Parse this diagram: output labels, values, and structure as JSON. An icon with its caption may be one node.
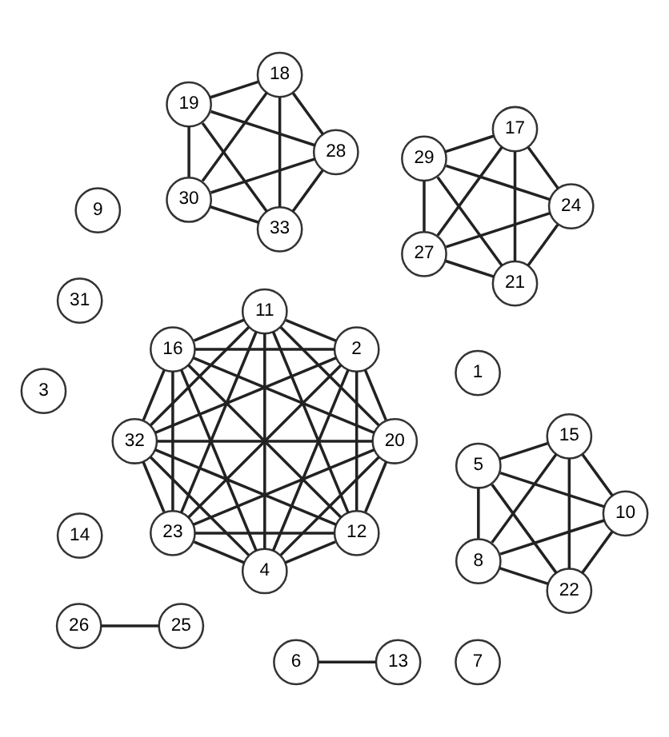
{
  "diagram": {
    "nodes": [
      {
        "text": [
          "26"
        ]
      },
      {
        "text": [
          "25"
        ]
      },
      {
        "text": [
          "21"
        ]
      },
      {
        "text": [
          "24"
        ]
      },
      {
        "text": [
          "29"
        ]
      },
      {
        "text": [
          "17"
        ]
      },
      {
        "text": [
          "27"
        ]
      },
      {
        "text": [
          "1"
        ]
      },
      {
        "text": [
          "9"
        ]
      },
      {
        "text": [
          "6"
        ]
      },
      {
        "text": [
          "13"
        ]
      },
      {
        "text": [
          "31"
        ]
      },
      {
        "text": [
          "14"
        ]
      },
      {
        "text": [
          "7"
        ]
      },
      {
        "text": [
          "3"
        ]
      },
      {
        "text": [
          "22"
        ]
      },
      {
        "text": [
          "10"
        ]
      },
      {
        "text": [
          "5"
        ]
      },
      {
        "text": [
          "15"
        ]
      },
      {
        "text": [
          "8"
        ]
      },
      {
        "text": [
          "12"
        ]
      },
      {
        "text": [
          "20"
        ]
      },
      {
        "text": [
          "23"
        ]
      },
      {
        "text": [
          "32"
        ]
      },
      {
        "text": [
          "16"
        ]
      },
      {
        "text": [
          "11"
        ]
      },
      {
        "text": [
          "2"
        ]
      },
      {
        "text": [
          "4"
        ]
      },
      {
        "text": [
          "33"
        ]
      },
      {
        "text": [
          "28"
        ]
      },
      {
        "text": [
          "19"
        ]
      },
      {
        "text": [
          "18"
        ]
      },
      {
        "text": [
          "30"
        ]
      }
    ],
    "edges": [
      {
        "from": 0,
        "to": 1,
        "arrow": "none"
      },
      {
        "from": 2,
        "to": 3,
        "arrow": "none"
      },
      {
        "from": 2,
        "to": 4,
        "arrow": "none"
      },
      {
        "from": 2,
        "to": 5,
        "arrow": "none"
      },
      {
        "from": 2,
        "to": 6,
        "arrow": "none"
      },
      {
        "from": 3,
        "to": 4,
        "arrow": "none"
      },
      {
        "from": 3,
        "to": 5,
        "arrow": "none"
      },
      {
        "from": 3,
        "to": 6,
        "arrow": "none"
      },
      {
        "from": 4,
        "to": 5,
        "arrow": "none"
      },
      {
        "from": 4,
        "to": 6,
        "arrow": "none"
      },
      {
        "from": 5,
        "to": 6,
        "arrow": "none"
      },
      {
        "from": 9,
        "to": 10,
        "arrow": "none"
      },
      {
        "from": 15,
        "to": 16,
        "arrow": "none"
      },
      {
        "from": 15,
        "to": 17,
        "arrow": "none"
      },
      {
        "from": 15,
        "to": 18,
        "arrow": "none"
      },
      {
        "from": 15,
        "to": 19,
        "arrow": "none"
      },
      {
        "from": 16,
        "to": 17,
        "arrow": "none"
      },
      {
        "from": 16,
        "to": 18,
        "arrow": "none"
      },
      {
        "from": 16,
        "to": 19,
        "arrow": "none"
      },
      {
        "from": 17,
        "to": 18,
        "arrow": "none"
      },
      {
        "from": 17,
        "to": 19,
        "arrow": "none"
      },
      {
        "from": 18,
        "to": 19,
        "arrow": "none"
      },
      {
        "from": 20,
        "to": 21,
        "arrow": "none"
      },
      {
        "from": 20,
        "to": 22,
        "arrow": "none"
      },
      {
        "from": 20,
        "to": 23,
        "arrow": "none"
      },
      {
        "from": 20,
        "to": 24,
        "arrow": "none"
      },
      {
        "from": 20,
        "to": 25,
        "arrow": "none"
      },
      {
        "from": 20,
        "to": 26,
        "arrow": "none"
      },
      {
        "from": 20,
        "to": 27,
        "arrow": "none"
      },
      {
        "from": 21,
        "to": 22,
        "arrow": "none"
      },
      {
        "from": 21,
        "to": 23,
        "arrow": "none"
      },
      {
        "from": 21,
        "to": 24,
        "arrow": "none"
      },
      {
        "from": 21,
        "to": 25,
        "arrow": "none"
      },
      {
        "from": 21,
        "to": 26,
        "arrow": "none"
      },
      {
        "from": 21,
        "to": 27,
        "arrow": "none"
      },
      {
        "from": 22,
        "to": 23,
        "arrow": "none"
      },
      {
        "from": 22,
        "to": 24,
        "arrow": "none"
      },
      {
        "from": 22,
        "to": 25,
        "arrow": "none"
      },
      {
        "from": 22,
        "to": 26,
        "arrow": "none"
      },
      {
        "from": 22,
        "to": 27,
        "arrow": "none"
      },
      {
        "from": 23,
        "to": 24,
        "arrow": "none"
      },
      {
        "from": 23,
        "to": 25,
        "arrow": "none"
      },
      {
        "from": 23,
        "to": 26,
        "arrow": "none"
      },
      {
        "from": 23,
        "to": 27,
        "arrow": "none"
      },
      {
        "from": 24,
        "to": 25,
        "arrow": "none"
      },
      {
        "from": 24,
        "to": 26,
        "arrow": "none"
      },
      {
        "from": 24,
        "to": 27,
        "arrow": "none"
      },
      {
        "from": 25,
        "to": 26,
        "arrow": "none"
      },
      {
        "from": 25,
        "to": 27,
        "arrow": "none"
      },
      {
        "from": 26,
        "to": 27,
        "arrow": "none"
      },
      {
        "from": 28,
        "to": 29,
        "arrow": "none"
      },
      {
        "from": 28,
        "to": 30,
        "arrow": "none"
      },
      {
        "from": 28,
        "to": 31,
        "arrow": "none"
      },
      {
        "from": 28,
        "to": 32,
        "arrow": "none"
      },
      {
        "from": 29,
        "to": 30,
        "arrow": "none"
      },
      {
        "from": 29,
        "to": 31,
        "arrow": "none"
      },
      {
        "from": 29,
        "to": 32,
        "arrow": "none"
      },
      {
        "from": 30,
        "to": 31,
        "arrow": "none"
      },
      {
        "from": 30,
        "to": 32,
        "arrow": "none"
      },
      {
        "from": 31,
        "to": 32,
        "arrow": "none"
      }
    ]
  }
}
